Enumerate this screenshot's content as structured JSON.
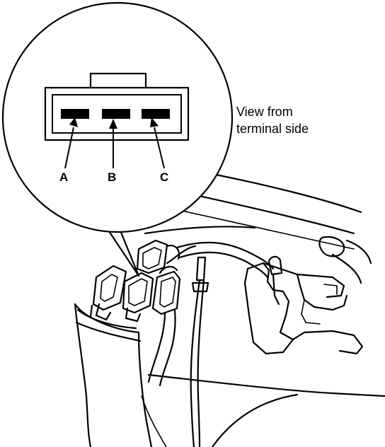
{
  "view_label": {
    "line1": "View from",
    "line2": "terminal side"
  },
  "terminals": [
    {
      "label": "A"
    },
    {
      "label": "B"
    },
    {
      "label": "C"
    }
  ]
}
